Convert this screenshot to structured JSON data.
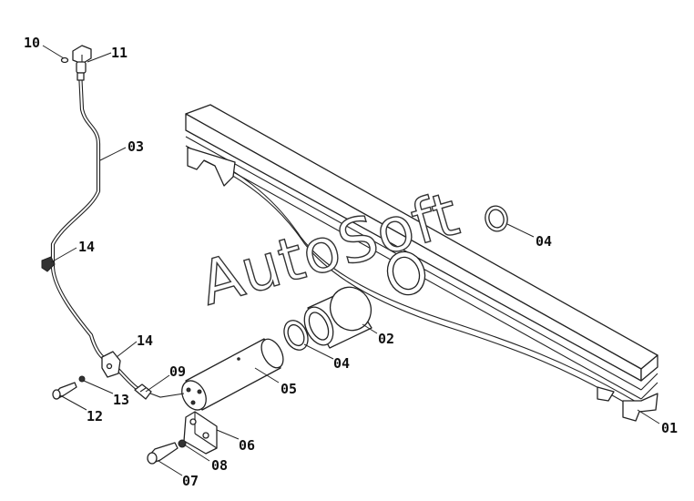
{
  "watermark": "AutoSoft",
  "callouts": [
    "10",
    "11",
    "03",
    "14",
    "14",
    "13",
    "12",
    "09",
    "05",
    "06",
    "08",
    "07",
    "04",
    "04",
    "02",
    "01"
  ]
}
